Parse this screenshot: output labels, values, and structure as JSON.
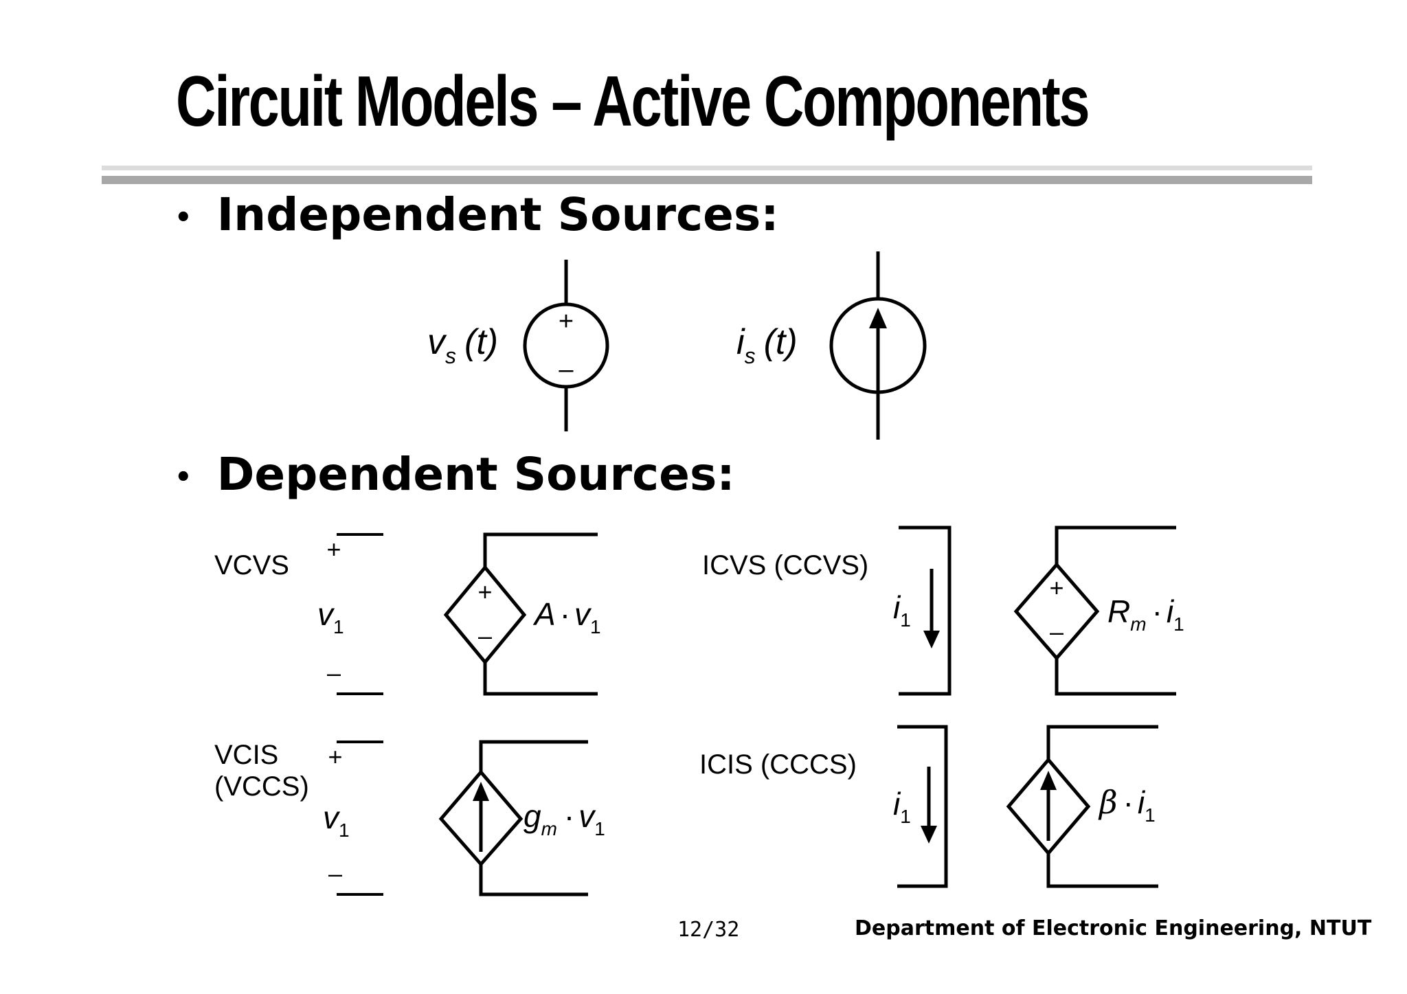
{
  "slide": {
    "title": "Circuit Models – Active Components"
  },
  "independent": {
    "heading": "Independent Sources:",
    "voltage_source": {
      "sym": "v",
      "sub": "s",
      "arg": "(t)",
      "plus": "+",
      "minus": "–"
    },
    "current_source": {
      "sym": "i",
      "sub": "s",
      "arg": "(t)"
    }
  },
  "dependent": {
    "heading": "Dependent Sources:",
    "vcvs": {
      "label": "VCVS",
      "ctrl_plus": "+",
      "ctrl_var": "v",
      "ctrl_sub": "1",
      "ctrl_minus": "–",
      "src_plus": "+",
      "src_minus": "–",
      "gain": "A",
      "dot": "·",
      "out_var": "v",
      "out_sub": "1"
    },
    "icvs": {
      "label": "ICVS (CCVS)",
      "ctrl_var": "i",
      "ctrl_sub": "1",
      "src_plus": "+",
      "src_minus": "–",
      "gain": "R",
      "gain_sub": "m",
      "dot": "·",
      "out_var": "i",
      "out_sub": "1"
    },
    "vcis": {
      "label_line1": "VCIS",
      "label_line2": "(VCCS)",
      "ctrl_plus": "+",
      "ctrl_var": "v",
      "ctrl_sub": "1",
      "ctrl_minus": "–",
      "gain": "g",
      "gain_sub": "m",
      "dot": "·",
      "out_var": "v",
      "out_sub": "1"
    },
    "icis": {
      "label": "ICIS (CCCS)",
      "ctrl_var": "i",
      "ctrl_sub": "1",
      "gain": "β",
      "dot": "·",
      "out_var": "i",
      "out_sub": "1"
    }
  },
  "footer": {
    "page": "12/32",
    "department": "Department of Electronic Engineering, NTUT"
  },
  "colors": {
    "text": "#000000",
    "rule_light": "#dcdcdc",
    "rule_dark": "#a8a8a8"
  }
}
